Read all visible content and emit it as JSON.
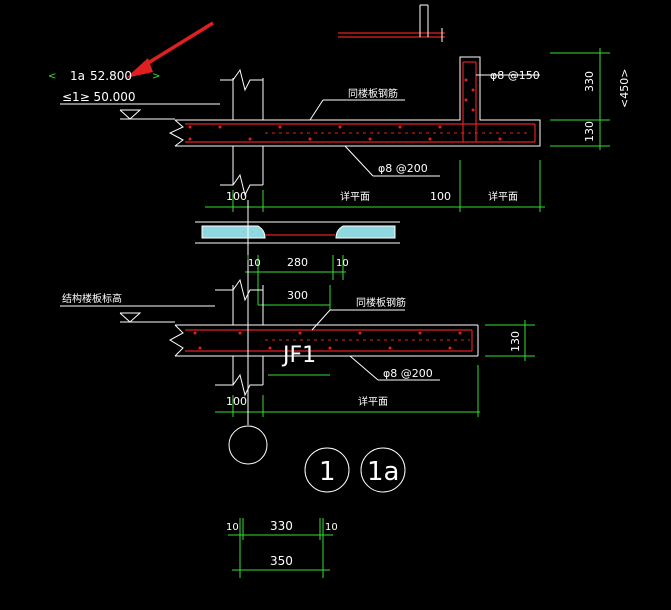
{
  "labels": {
    "elev_upper_tag": "1a",
    "elev_upper_value": "52.800",
    "elev_lower": "≤1≥ 50.000",
    "struct_floor_label": "结构楼板标高",
    "rebar_upper_top": "同楼板钢筋",
    "rebar_upper_bottom": "φ8 @200",
    "rebar_side": "φ8 @150",
    "rebar_lower_top": "同楼板钢筋",
    "rebar_lower_bottom": "φ8 @200",
    "detail_label": "JF1",
    "see_plan_1": "详平面",
    "see_plan_2": "详平面",
    "see_plan_3": "详平面",
    "dim_100_a": "100",
    "dim_100_b": "100",
    "dim_100_c": "100",
    "dim_10_a": "10",
    "dim_10_b": "10",
    "dim_280": "280",
    "dim_300": "300",
    "dim_330_v": "330",
    "dim_130_v1": "130",
    "dim_130_v2": "130",
    "dim_450": "<450>",
    "dim_10_c": "10",
    "dim_10_d": "10",
    "dim_330_h": "330",
    "dim_350": "350",
    "bubble_1": "1",
    "bubble_1a": "1a"
  },
  "colors": {
    "background": "#000000",
    "annotation_green": "#33e033",
    "rebar_red": "#e02020",
    "line_white": "#ffffff",
    "arrow_red": "#e02020",
    "waterstop_cyan": "#8fd8e0"
  }
}
